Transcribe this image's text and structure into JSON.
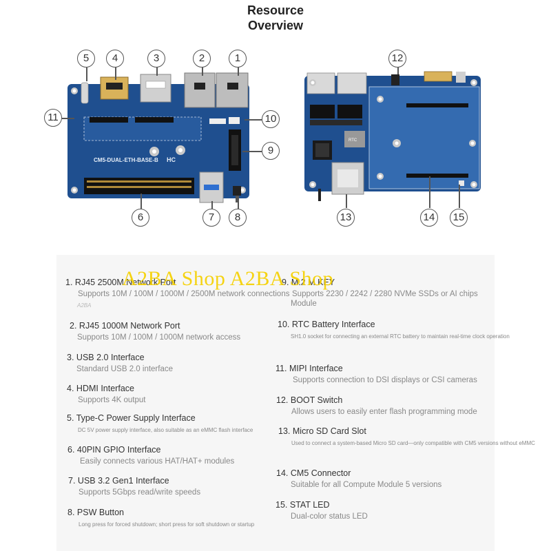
{
  "title": {
    "line1": "Resource",
    "line2": "Overview"
  },
  "board": {
    "silkscreen": "CM5-DUAL-ETH-BASE-B",
    "logo": "HC",
    "chip_label": "RTC"
  },
  "callouts": [
    "1",
    "2",
    "3",
    "4",
    "5",
    "6",
    "7",
    "8",
    "9",
    "10",
    "11",
    "12",
    "13",
    "14",
    "15"
  ],
  "watermark": "A2BA Shop A2BA Shop",
  "watermark_small": "A2BA",
  "items": [
    {
      "num": "1.",
      "name": "RJ45 2500M Network Port",
      "desc": "Supports 10M / 100M / 1000M / 2500M network connections"
    },
    {
      "num": "2.",
      "name": "RJ45 1000M Network Port",
      "desc": "Supports 10M / 100M / 1000M network access"
    },
    {
      "num": "3.",
      "name": "USB 2.0 Interface",
      "desc": "Standard USB 2.0 interface"
    },
    {
      "num": "4.",
      "name": "HDMI Interface",
      "desc": "Supports 4K output"
    },
    {
      "num": "5.",
      "name": "Type-C Power Supply Interface",
      "desc": "DC 5V power supply interface, also suitable as an eMMC flash interface"
    },
    {
      "num": "6.",
      "name": "40PIN GPIO Interface",
      "desc": "Easily connects various HAT/HAT+ modules"
    },
    {
      "num": "7.",
      "name": "USB 3.2 Gen1 Interface",
      "desc": "Supports 5Gbps read/write speeds"
    },
    {
      "num": "8.",
      "name": "PSW Button",
      "desc": "Long press for forced shutdown; short press for soft shutdown or startup"
    },
    {
      "num": "9.",
      "name": "M.2 M KEY",
      "desc": "Supports 2230 / 2242 / 2280 NVMe SSDs or AI chips",
      "desc2": "Module"
    },
    {
      "num": "10.",
      "name": "RTC Battery Interface",
      "desc": "SH1.0 socket for connecting an external RTC battery to maintain real-time clock operation"
    },
    {
      "num": "11.",
      "name": "MIPI Interface",
      "desc": "Supports connection to DSI displays or CSI cameras"
    },
    {
      "num": "12.",
      "name": "BOOT Switch",
      "desc": "Allows users to easily enter flash programming mode"
    },
    {
      "num": "13.",
      "name": "Micro SD Card Slot",
      "desc": "Used to connect a system-based Micro SD card—only compatible with CM5 versions without eMMC"
    },
    {
      "num": "14.",
      "name": "CM5 Connector",
      "desc": "Suitable for all Compute Module 5 versions"
    },
    {
      "num": "15.",
      "name": "STAT LED",
      "desc": "Dual-color status LED"
    }
  ],
  "colors": {
    "pcb": "#1f4f8f",
    "pcb_light": "#2e64a8",
    "panel": "#f6f6f6",
    "watermark": "#f5d100"
  }
}
